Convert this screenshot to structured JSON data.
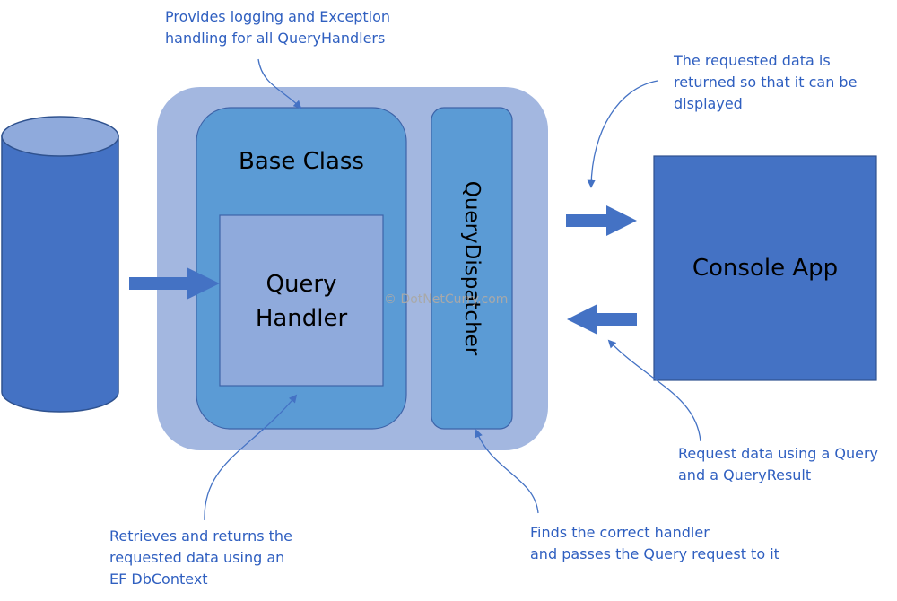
{
  "colors": {
    "outer_container": "#a3b7e0",
    "base_class": "#5b9bd5",
    "query_handler": "#8faadc",
    "dispatcher": "#5b9bd5",
    "console_app": "#4472c4",
    "database": "#4472c4",
    "database_top": "#8faadc",
    "arrow": "#4472c4",
    "annotation_text": "#2f5fc0",
    "border": "#3d63a8"
  },
  "labels": {
    "base_class": "Base Class",
    "query_handler_line1": "Query",
    "query_handler_line2": "Handler",
    "query_dispatcher": "QueryDispatcher",
    "console_app": "Console App",
    "watermark": "© DotNetCurry.com"
  },
  "annotations": {
    "logging": [
      "Provides logging and Exception",
      "handling for all QueryHandlers"
    ],
    "returned": [
      "The requested data is",
      "returned so that it can be",
      "displayed"
    ],
    "request": [
      "Request data using a Query",
      "and a QueryResult"
    ],
    "dispatcher": [
      "Finds the correct handler",
      "and passes the Query request to it"
    ],
    "retrieves": [
      "Retrieves and returns the",
      "requested data using an",
      "EF DbContext"
    ]
  }
}
